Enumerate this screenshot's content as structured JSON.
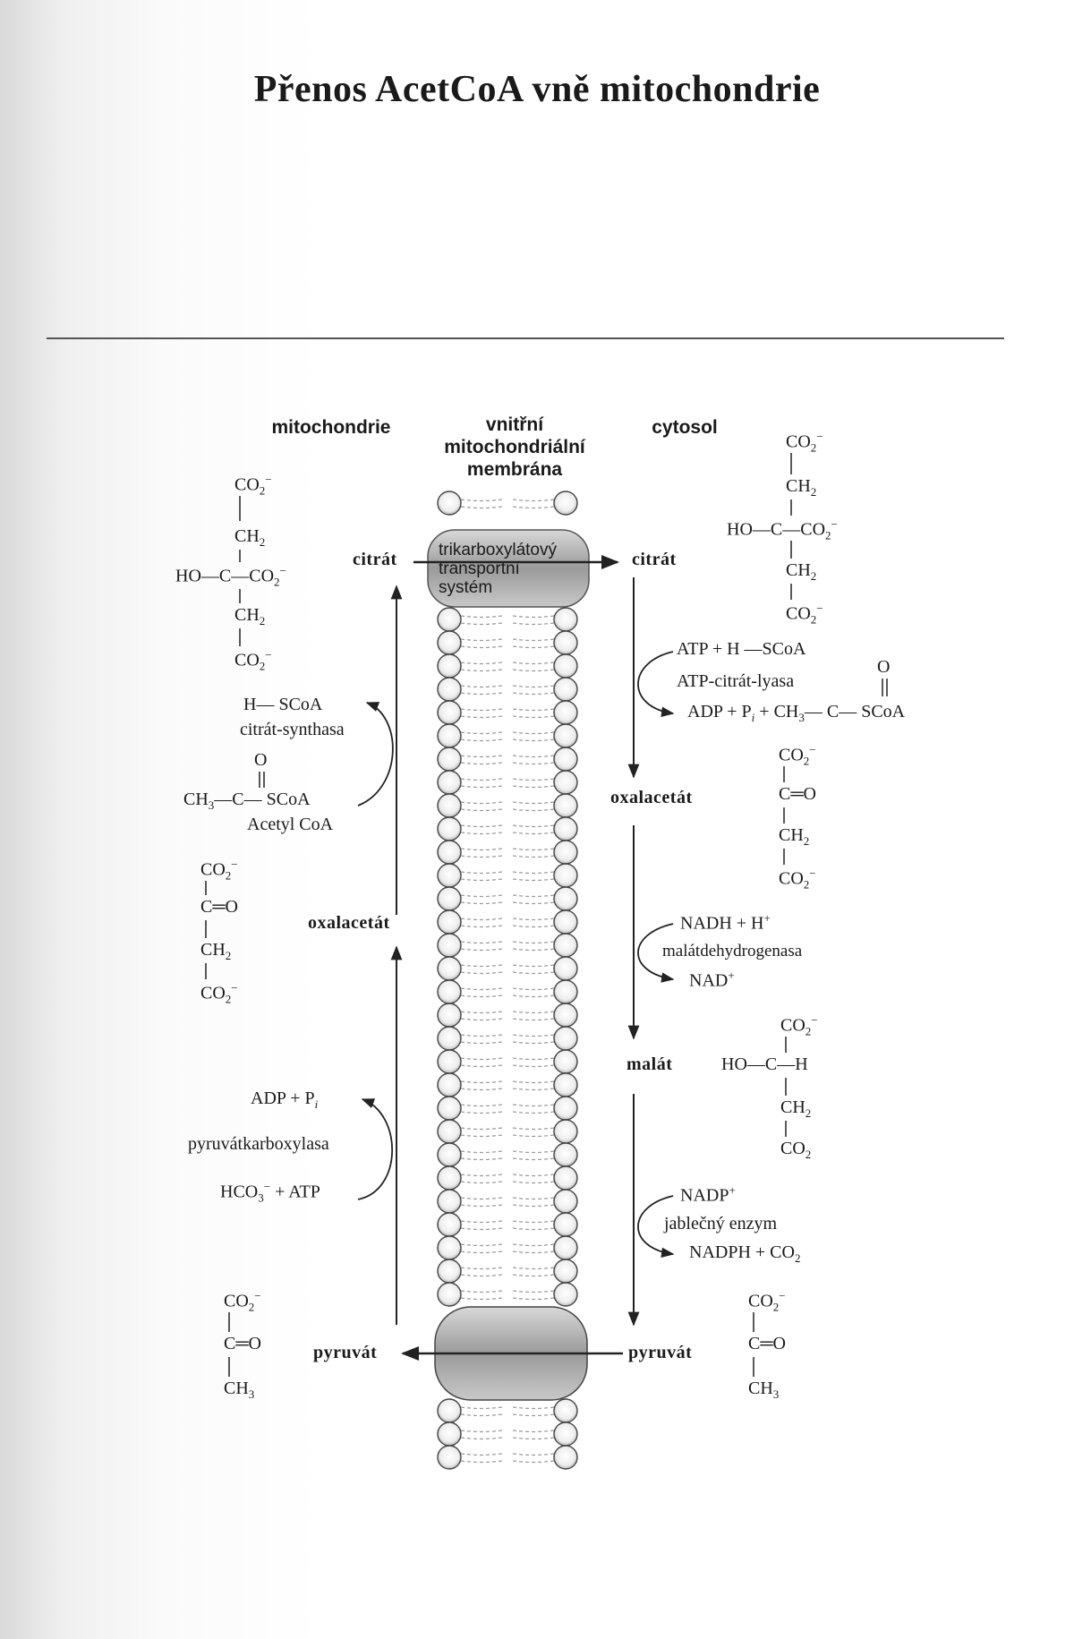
{
  "title": "Přenos AcetCoA vně mitochondrie",
  "headers": {
    "mitochondria": "mitochondrie",
    "membrane": [
      "vnitřní",
      "mitochondriální",
      "membrána"
    ],
    "cytosol": "cytosol"
  },
  "transporter": [
    "trikarboxylátový",
    "transportní",
    "systém"
  ],
  "labels": {
    "citrate_left": "citrát",
    "citrate_right": "citrát",
    "oxaloacetate_left": "oxalacetát",
    "oxaloacetate_right": "oxalacetát",
    "malate": "malát",
    "pyruvate_left": "pyruvát",
    "pyruvate_right": "pyruvát"
  },
  "left_reactions": {
    "citrate_synthase": {
      "coenzyme": "H— SCoA",
      "enzyme": "citrát-synthasa",
      "acetyl_o": "O",
      "acetyl_left": "CH",
      "acetyl_right": "C— SCoA",
      "acetyl_name": "Acetyl CoA"
    },
    "pyruvate_carboxylase": {
      "product": "ADP + P",
      "product_sub": "i",
      "enzyme": "pyruvátkarboxylasa",
      "substrate": "HCO",
      "substrate_tail": "+ ATP"
    }
  },
  "right_reactions": {
    "citrate_lyase": {
      "substrates": "ATP + H —SCoA",
      "enzyme": "ATP-citrát-lyasa",
      "products": "ADP + P",
      "products_sub": "i",
      "products_tail": "+ CH",
      "acetyl_tail": "C— SCoA",
      "acetyl_o": "O"
    },
    "malate_dehydrogenase": {
      "substrates": "NADH + H",
      "enzyme": "malátdehydrogenasa",
      "product": "NAD"
    },
    "malic_enzyme": {
      "substrate": "NADP",
      "enzyme": "jablečný enzym",
      "products": "NADPH + CO"
    }
  },
  "formula": {
    "co2": "CO",
    "ch2": "CH",
    "ch3": "CH",
    "ho": "HO",
    "c": "C",
    "h": "H",
    "o": "O",
    "co2_right": "CO"
  }
}
